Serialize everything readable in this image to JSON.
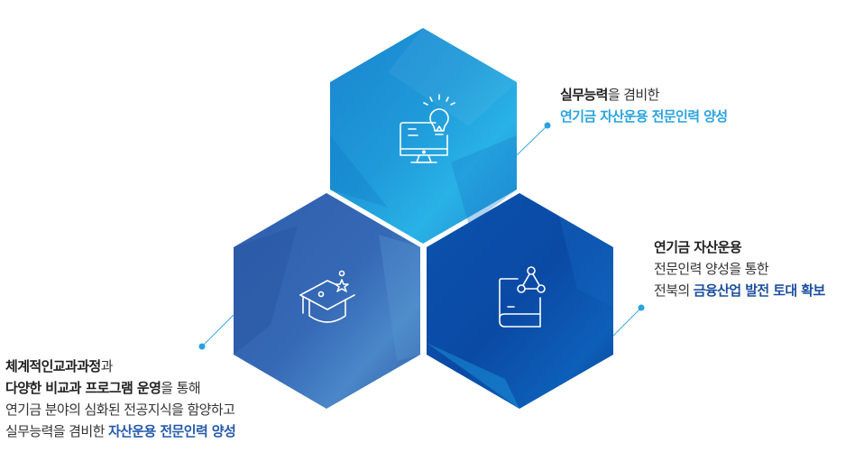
{
  "colors": {
    "hex_top": "#1f9ad9",
    "hex_left": "#3568b5",
    "hex_right": "#0a4aa5",
    "connector": "#3aa8e0",
    "highlight_cyan": "#29a3df",
    "highlight_navy": "#1d4e9e",
    "highlight_blue": "#2559ab"
  },
  "hexagons": [
    {
      "id": "top",
      "icon": "monitor-lightbulb-icon"
    },
    {
      "id": "left",
      "icon": "graduation-cap-star-icon"
    },
    {
      "id": "right",
      "icon": "book-network-icon"
    }
  ],
  "captions": {
    "top": {
      "line1_bold": "실무능력",
      "line1_rest": "을 겸비한",
      "line2_highlight": "연기금 자산운용 전문인력 양성"
    },
    "right": {
      "line1_bold": "연기금 자산운용",
      "line2": "전문인력 양성을 통한",
      "line3_prefix": "전북의 ",
      "line3_highlight": "금융산업 발전 토대 확보"
    },
    "left": {
      "line1_bold": "체계적인교과과정",
      "line1_rest": "과",
      "line2_bold": "다양한 비교과 프로그램 운영",
      "line2_rest": "을 통해",
      "line3": "연기금 분야의 심화된 전공지식을 함양하고",
      "line4_prefix": "실무능력을 겸비한 ",
      "line4_highlight": "자산운용 전문인력 양성"
    }
  }
}
